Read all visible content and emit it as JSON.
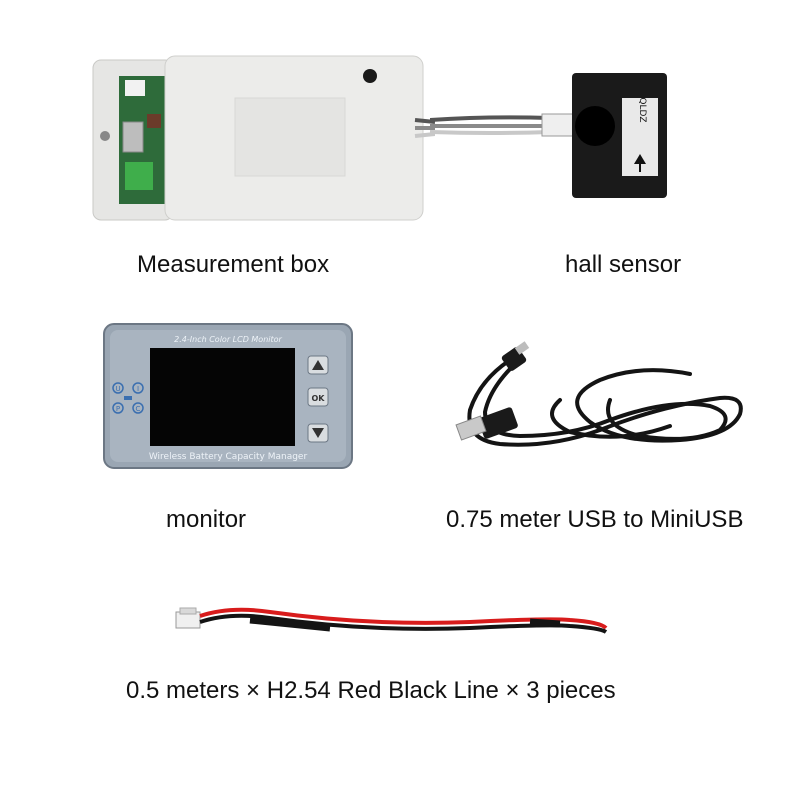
{
  "captions": {
    "measurement_box": "Measurement box",
    "hall_sensor": "hall sensor",
    "monitor": "monitor",
    "usb_cable": "0.75 meter USB to MiniUSB",
    "red_black_line": "0.5 meters × H2.54 Red Black Line × 3 pieces"
  },
  "monitor_device": {
    "top_label": "2.4-Inch Color LCD Monitor",
    "bottom_label": "Wireless Battery Capacity Manager",
    "ok_button": "OK",
    "indicator_u": "U",
    "indicator_i": "I",
    "indicator_p": "P",
    "indicator_c": "C"
  },
  "sensor_label": "QLDZ",
  "colors": {
    "box_body": "#ececea",
    "sensor_body": "#1a1a1a",
    "monitor_frame": "#9aa6b3",
    "screen": "#050505",
    "wire_red": "#d81c1c",
    "wire_black": "#141414",
    "pcb": "#2e6b3a"
  }
}
